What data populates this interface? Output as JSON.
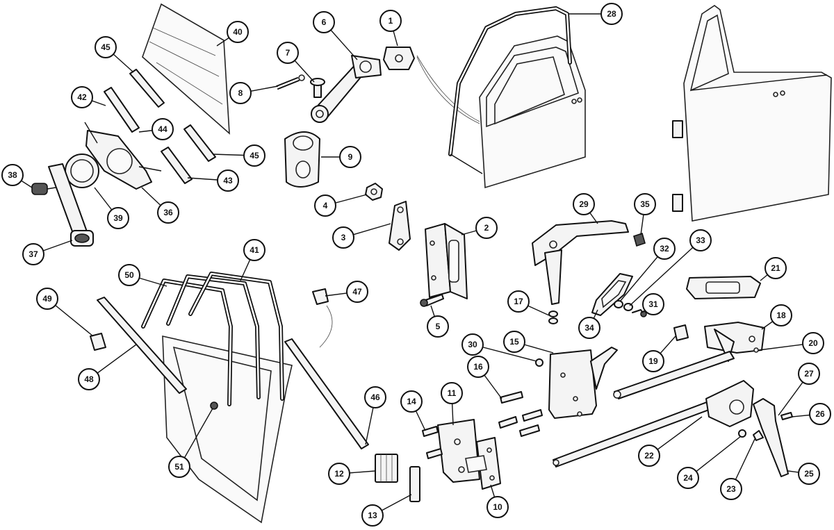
{
  "callouts": [
    {
      "id": "1",
      "label": "1"
    },
    {
      "id": "2",
      "label": "2"
    },
    {
      "id": "3",
      "label": "3"
    },
    {
      "id": "4",
      "label": "4"
    },
    {
      "id": "5",
      "label": "5"
    },
    {
      "id": "6",
      "label": "6"
    },
    {
      "id": "7",
      "label": "7"
    },
    {
      "id": "8",
      "label": "8"
    },
    {
      "id": "9",
      "label": "9"
    },
    {
      "id": "10",
      "label": "10"
    },
    {
      "id": "11",
      "label": "11"
    },
    {
      "id": "12",
      "label": "12"
    },
    {
      "id": "13",
      "label": "13"
    },
    {
      "id": "14",
      "label": "14"
    },
    {
      "id": "15",
      "label": "15"
    },
    {
      "id": "16",
      "label": "16"
    },
    {
      "id": "17",
      "label": "17"
    },
    {
      "id": "18",
      "label": "18"
    },
    {
      "id": "19",
      "label": "19"
    },
    {
      "id": "20",
      "label": "20"
    },
    {
      "id": "21",
      "label": "21"
    },
    {
      "id": "22",
      "label": "22"
    },
    {
      "id": "23",
      "label": "23"
    },
    {
      "id": "24",
      "label": "24"
    },
    {
      "id": "25",
      "label": "25"
    },
    {
      "id": "26",
      "label": "26"
    },
    {
      "id": "27",
      "label": "27"
    },
    {
      "id": "28",
      "label": "28"
    },
    {
      "id": "29",
      "label": "29"
    },
    {
      "id": "30",
      "label": "30"
    },
    {
      "id": "31",
      "label": "31"
    },
    {
      "id": "32",
      "label": "32"
    },
    {
      "id": "33",
      "label": "33"
    },
    {
      "id": "34",
      "label": "34"
    },
    {
      "id": "35",
      "label": "35"
    },
    {
      "id": "36",
      "label": "36"
    },
    {
      "id": "37",
      "label": "37"
    },
    {
      "id": "38",
      "label": "38"
    },
    {
      "id": "39",
      "label": "39"
    },
    {
      "id": "40",
      "label": "40"
    },
    {
      "id": "41",
      "label": "41"
    },
    {
      "id": "42",
      "label": "42"
    },
    {
      "id": "43",
      "label": "43"
    },
    {
      "id": "44",
      "label": "44"
    },
    {
      "id": "45a",
      "label": "45"
    },
    {
      "id": "45b",
      "label": "45"
    },
    {
      "id": "46",
      "label": "46"
    },
    {
      "id": "47",
      "label": "47"
    },
    {
      "id": "48",
      "label": "48"
    },
    {
      "id": "49",
      "label": "49"
    },
    {
      "id": "50",
      "label": "50"
    },
    {
      "id": "51",
      "label": "51"
    }
  ]
}
